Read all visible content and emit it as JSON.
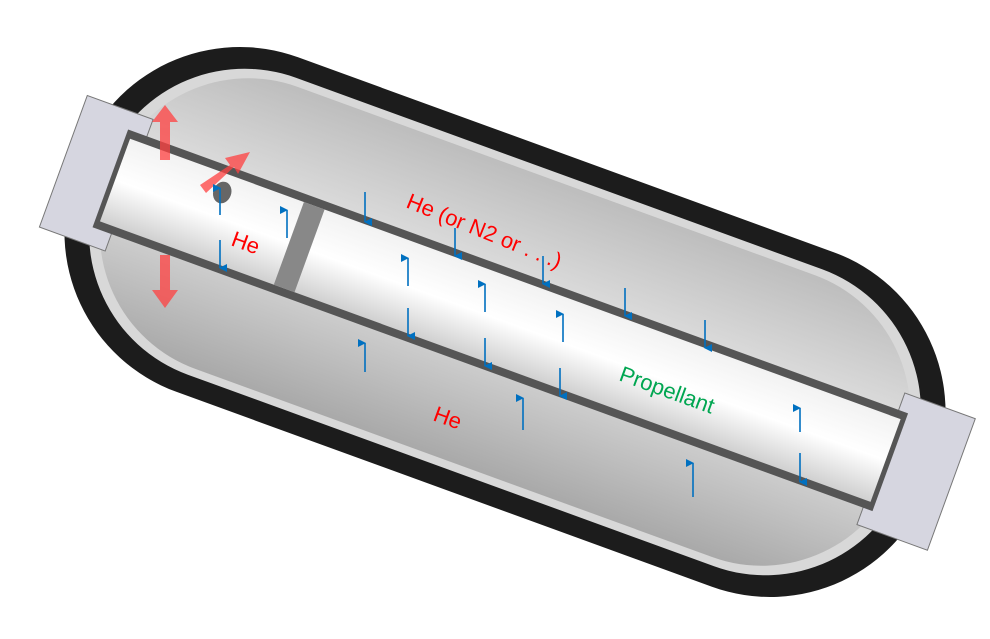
{
  "labels": {
    "outer_gas": "He (or N2 or . . .)",
    "inner_gas": "He",
    "lower_gas": "He",
    "propellant": "Propellant"
  },
  "colors": {
    "gas_label": "#ff0000",
    "propellant_label": "#00a651",
    "pressure_arrow": "#0070c0",
    "flow_arrow": "#ff4040",
    "shell": "#1a1a1a"
  }
}
